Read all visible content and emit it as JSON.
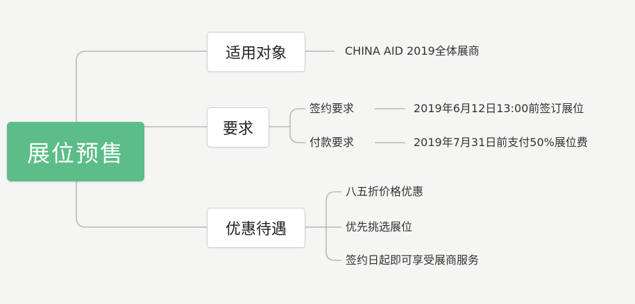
{
  "root": {
    "label": "展位预售",
    "color": "#5cbd89"
  },
  "branches": [
    {
      "label": "适用对象",
      "children": [
        {
          "label": "CHINA  AID  2019全体展商"
        }
      ]
    },
    {
      "label": "要求",
      "children": [
        {
          "label": "签约要求",
          "detail": "2019年6月12日13:00前签订展位"
        },
        {
          "label": "付款要求",
          "detail": "2019年7月31日前支付50%展位费"
        }
      ]
    },
    {
      "label": "优惠待遇",
      "children": [
        {
          "label": "八五折价格优惠"
        },
        {
          "label": "优先挑选展位"
        },
        {
          "label": "签约日起即可享受展商服务"
        }
      ]
    }
  ]
}
